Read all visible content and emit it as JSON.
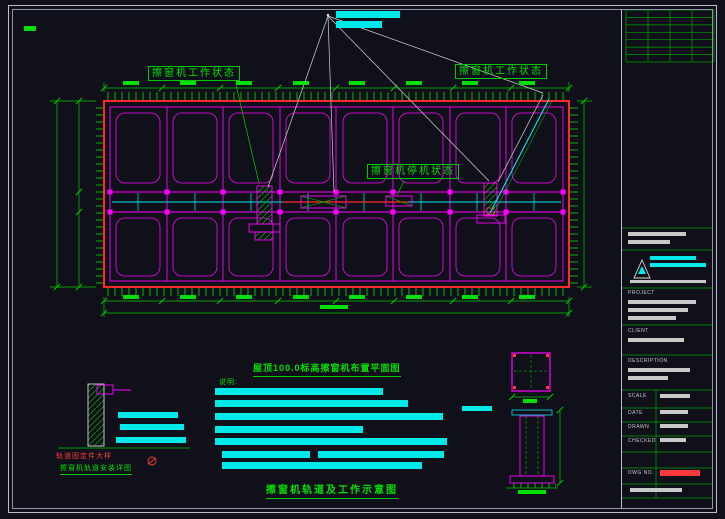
{
  "colors": {
    "green": "#00e000",
    "magenta": "#ff00ff",
    "cyan": "#00e8e8",
    "red": "#ff3a3a",
    "white": "#c8c8c8",
    "rail_red": "#ff2a2a",
    "background": "#10101a"
  },
  "plan": {
    "label_work_left": "擦窗机工作状态",
    "label_work_right": "擦窗机工作状态",
    "label_parked": "擦窗机停机状态",
    "title": "屋顶100.0标高擦窗机布置平面图",
    "notes_heading": "说明:",
    "diagram_title": "擦窗机轨道及工作示意图"
  },
  "details": {
    "left_red_label": "轨道固定件大样",
    "left_green_label": "擦窗机轨道安装详图"
  },
  "titleblock": {
    "project_label": "PROJECT",
    "client_label": "CLIENT",
    "description_label": "DESCRIPTION",
    "scale_label": "SCALE",
    "date_label": "DATE",
    "drawn_label": "DRAWN",
    "checked_label": "CHECKED",
    "dwg_label": "DWG NO."
  },
  "redacted_text_bars": {
    "cyan": [
      [
        336,
        11,
        64,
        7
      ],
      [
        336,
        21,
        46,
        7
      ],
      [
        215,
        388,
        168,
        7
      ],
      [
        215,
        400,
        193,
        7
      ],
      [
        215,
        413,
        228,
        7
      ],
      [
        215,
        426,
        148,
        7
      ],
      [
        215,
        438,
        232,
        7
      ],
      [
        222,
        451,
        88,
        7
      ],
      [
        318,
        451,
        126,
        7
      ],
      [
        222,
        462,
        200,
        7
      ],
      [
        118,
        412,
        60,
        6
      ],
      [
        120,
        424,
        64,
        6
      ],
      [
        116,
        437,
        70,
        6
      ],
      [
        462,
        406,
        30,
        5
      ],
      [
        650,
        256,
        46,
        4
      ],
      [
        650,
        263,
        56,
        4
      ]
    ],
    "white": [
      [
        628,
        232,
        58,
        4
      ],
      [
        628,
        240,
        42,
        4
      ],
      [
        628,
        300,
        68,
        4
      ],
      [
        628,
        308,
        60,
        4
      ],
      [
        628,
        316,
        48,
        4
      ],
      [
        628,
        338,
        56,
        4
      ],
      [
        628,
        368,
        62,
        4
      ],
      [
        628,
        376,
        40,
        4
      ],
      [
        660,
        394,
        30,
        4
      ],
      [
        660,
        410,
        28,
        4
      ],
      [
        660,
        424,
        28,
        4
      ],
      [
        660,
        438,
        26,
        4
      ],
      [
        630,
        488,
        52,
        4
      ],
      [
        630,
        280,
        76,
        3
      ]
    ],
    "green": [
      [
        24,
        26,
        12,
        5
      ],
      [
        123,
        81,
        16,
        4
      ],
      [
        180,
        81,
        16,
        4
      ],
      [
        236,
        81,
        16,
        4
      ],
      [
        293,
        81,
        16,
        4
      ],
      [
        349,
        81,
        16,
        4
      ],
      [
        406,
        81,
        16,
        4
      ],
      [
        462,
        81,
        16,
        4
      ],
      [
        519,
        81,
        16,
        4
      ],
      [
        123,
        295,
        16,
        4
      ],
      [
        180,
        295,
        16,
        4
      ],
      [
        236,
        295,
        16,
        4
      ],
      [
        293,
        295,
        16,
        4
      ],
      [
        349,
        295,
        16,
        4
      ],
      [
        406,
        295,
        16,
        4
      ],
      [
        462,
        295,
        16,
        4
      ],
      [
        519,
        295,
        16,
        4
      ],
      [
        320,
        305,
        28,
        4
      ],
      [
        518,
        490,
        28,
        4
      ],
      [
        523,
        399,
        14,
        4
      ]
    ],
    "red": [
      [
        660,
        470,
        40,
        6
      ]
    ]
  }
}
